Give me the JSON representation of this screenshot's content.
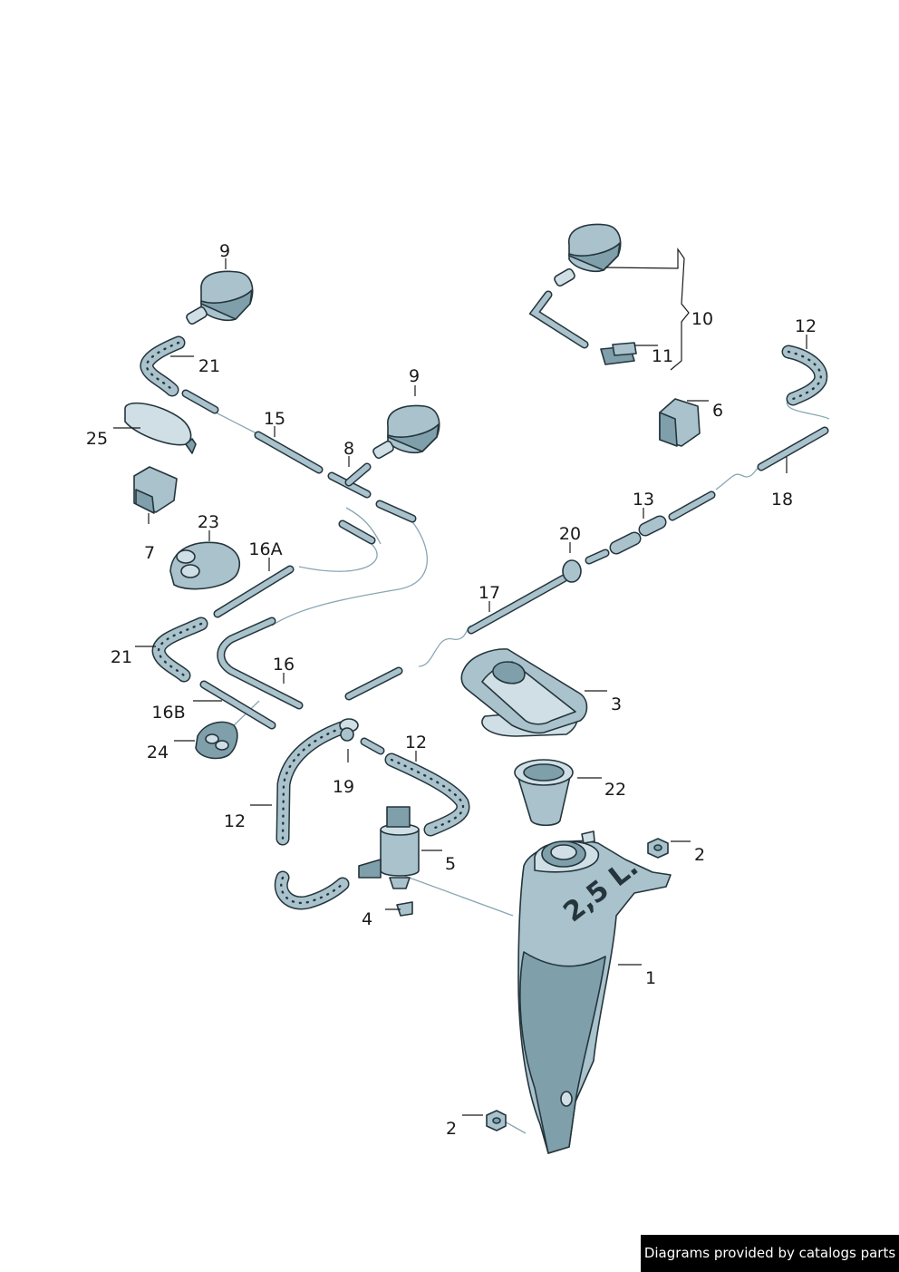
{
  "callouts": {
    "c1": "1",
    "c2a": "2",
    "c2b": "2",
    "c3": "3",
    "c4": "4",
    "c5": "5",
    "c6": "6",
    "c7": "7",
    "c8": "8",
    "c9a": "9",
    "c9b": "9",
    "c10": "10",
    "c11": "11",
    "c12a": "12",
    "c12b": "12",
    "c12c": "12",
    "c13": "13",
    "c15": "15",
    "c16": "16",
    "c16a": "16A",
    "c16b": "16B",
    "c17": "17",
    "c18": "18",
    "c19": "19",
    "c20": "20",
    "c21a": "21",
    "c21b": "21",
    "c22": "22",
    "c23": "23",
    "c24": "24",
    "c25": "25"
  },
  "tank_marking": "2,5 L.",
  "watermark": "Diagrams provided by catalogs parts",
  "colors": {
    "part_fill": "#a9c2cc",
    "outline": "#24353c",
    "guide_line": "#8aa7b3",
    "watermark_bg": "#000000"
  }
}
